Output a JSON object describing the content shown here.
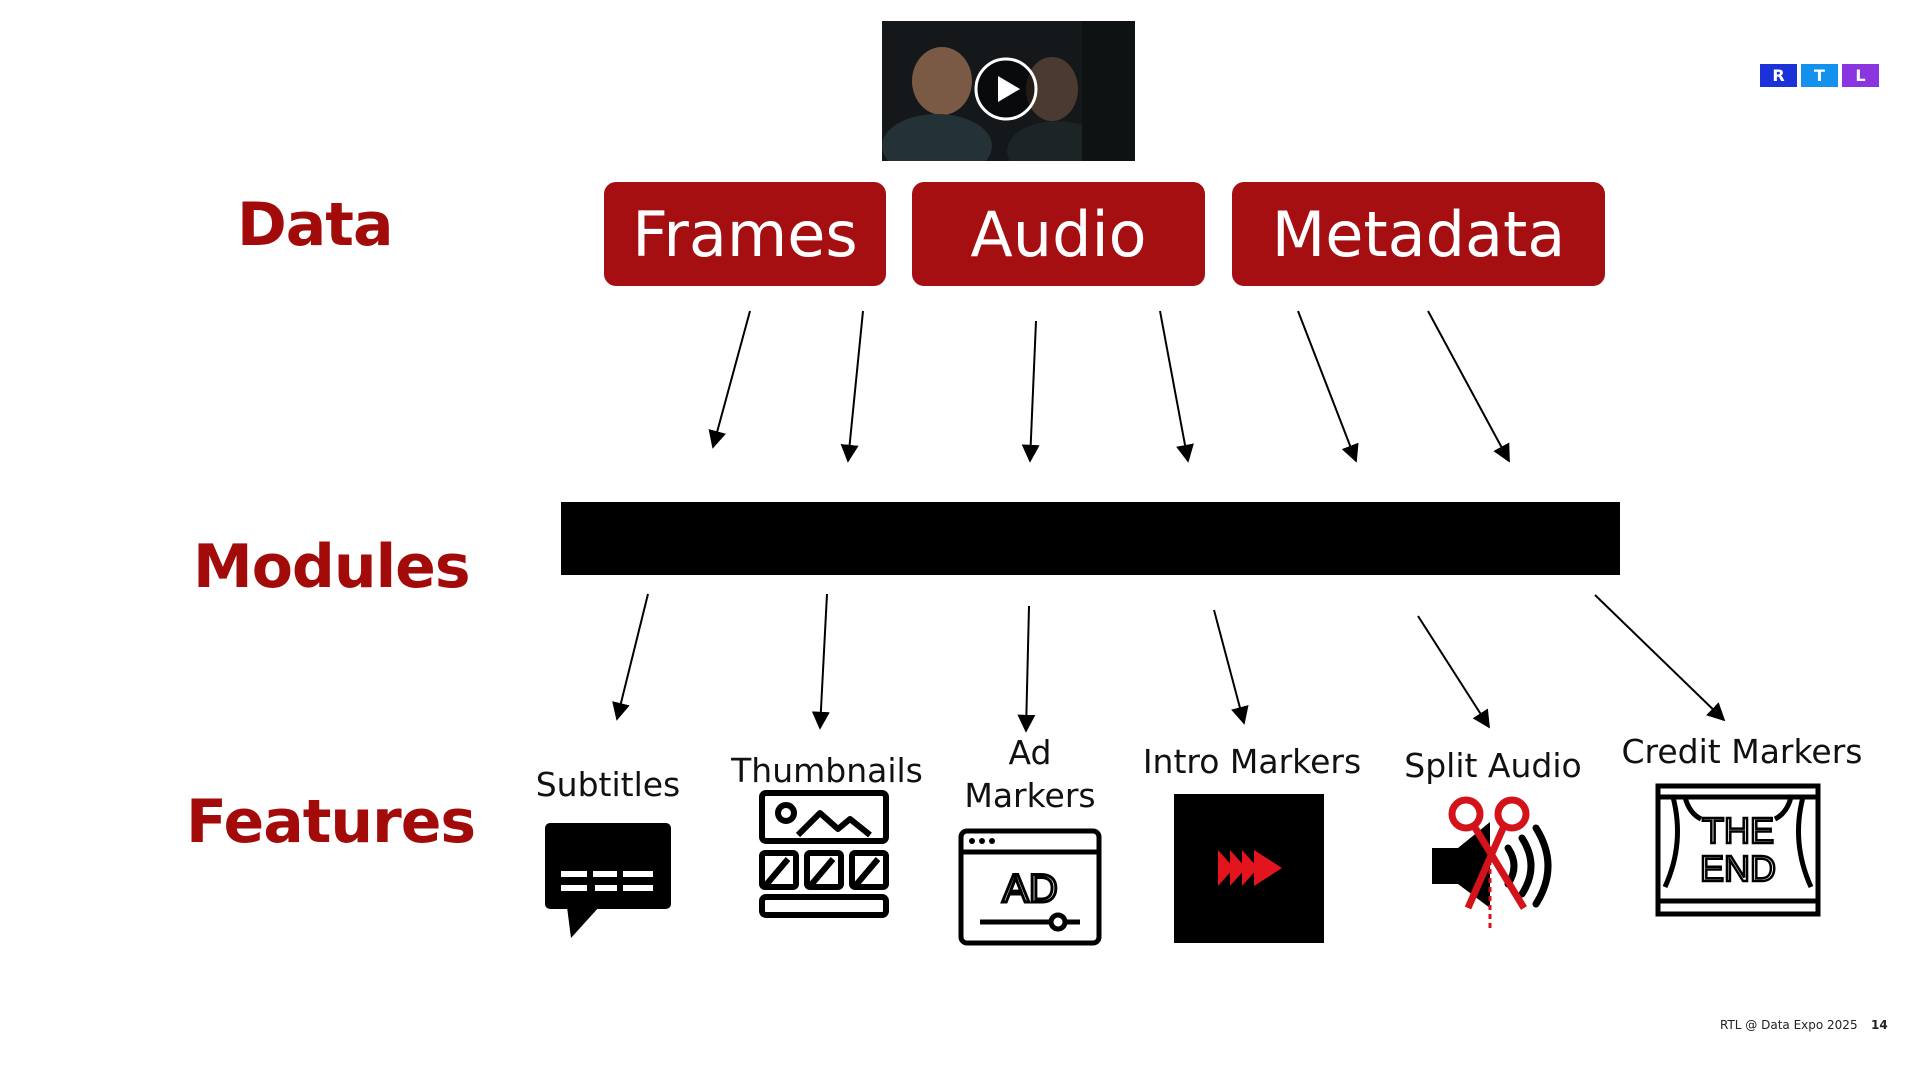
{
  "logo": {
    "letters": [
      "R",
      "T",
      "L"
    ],
    "colors": [
      "#1a32d8",
      "#1391ec",
      "#8a35e0"
    ]
  },
  "rows": {
    "data": "Data",
    "modules": "Modules",
    "features": "Features"
  },
  "data_sources": [
    "Frames",
    "Audio",
    "Metadata"
  ],
  "features": [
    {
      "label": "Subtitles",
      "icon": "subtitles-icon"
    },
    {
      "label": "Thumbnails",
      "icon": "thumbnails-icon"
    },
    {
      "label": "Ad\nMarkers",
      "icon": "ad-markers-icon",
      "icon_text": "AD"
    },
    {
      "label": "Intro Markers",
      "icon": "intro-markers-icon"
    },
    {
      "label": "Split Audio",
      "icon": "split-audio-icon"
    },
    {
      "label": "Credit Markers",
      "icon": "credit-markers-icon",
      "icon_text": [
        "THE",
        "END"
      ]
    }
  ],
  "colors": {
    "accent": "#a50f12",
    "module_bar": "#000000"
  },
  "footer": {
    "text": "RTL @ Data Expo 2025",
    "page": "14"
  }
}
